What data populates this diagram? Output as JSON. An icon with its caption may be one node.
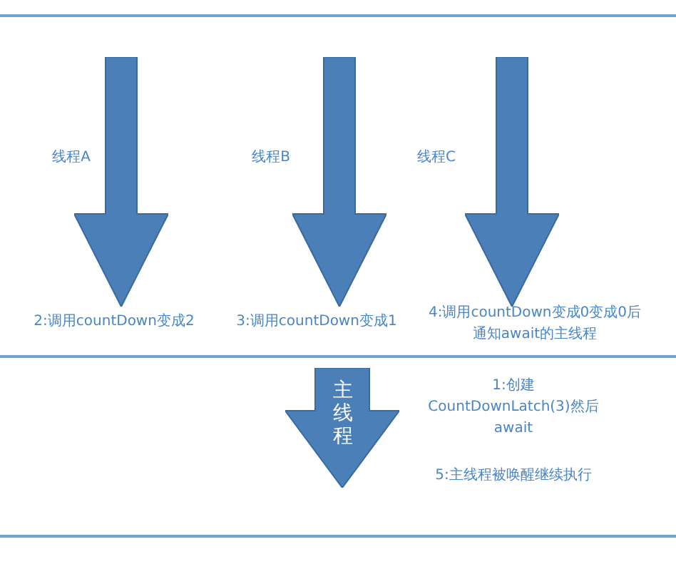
{
  "diagram": {
    "nodes": [
      {
        "text": [],
        "shape": "arrow",
        "beside": [
          "线程A",
          "2:调用countDown变成2"
        ]
      },
      {
        "text": [],
        "shape": "arrow",
        "beside": [
          "线程B",
          "3:调用countDown变成1"
        ]
      },
      {
        "text": [],
        "shape": "arrow",
        "beside": [
          "线程C",
          "4:调用countDown变成0变成0后通知await的主线程"
        ]
      },
      {
        "text": [
          "主线程"
        ],
        "beside": [
          "1:创建CountDownLatch(3)然后await",
          "5:主线程被唤醒继续执行"
        ]
      }
    ]
  }
}
